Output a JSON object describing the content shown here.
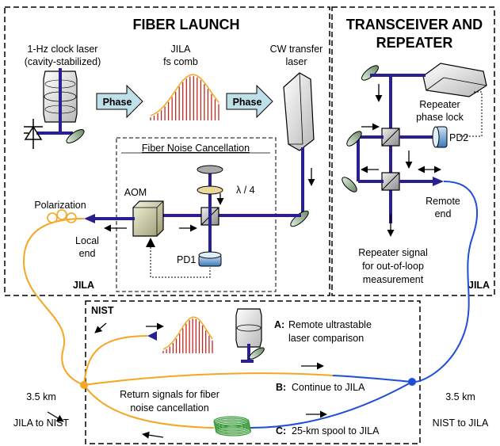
{
  "sections": {
    "fiber_launch": "FIBER LAUNCH",
    "transceiver_line1": "TRANSCEIVER AND",
    "transceiver_line2": "REPEATER",
    "fnc": "Fiber Noise Cancellation",
    "nist": "NIST",
    "jila_left": "JILA",
    "jila_right": "JILA"
  },
  "labels": {
    "clock_laser_1": "1-Hz clock laser",
    "clock_laser_2": "(cavity-stabilized)",
    "comb_1": "JILA",
    "comb_2": "fs comb",
    "cw_1": "CW transfer",
    "cw_2": "laser",
    "phase_1": "Phase",
    "phase_2": "Phase",
    "aom": "AOM",
    "quarter_wave": "λ / 4",
    "pd1": "PD1",
    "polarization": "Polarization",
    "local_1": "Local",
    "local_2": "end",
    "repeater_lock_1": "Repeater",
    "repeater_lock_2": "phase lock",
    "pd2": "PD2",
    "remote_1": "Remote",
    "remote_2": "end",
    "repeater_sig_1": "Repeater signal",
    "repeater_sig_2": "for out-of-loop",
    "repeater_sig_3": "measurement",
    "opt_a_letter": "A:",
    "opt_a_1": "Remote ultrastable",
    "opt_a_2": "laser comparison",
    "opt_b_letter": "B:",
    "opt_b": "Continue to JILA",
    "opt_c_letter": "C:",
    "opt_c": "25-km spool to JILA",
    "return_1": "Return signals for fiber",
    "return_2": "noise cancellation",
    "dist_left": "3.5 km",
    "route_left": "JILA to NIST",
    "dist_right": "3.5 km",
    "route_right": "NIST to JILA"
  },
  "colors": {
    "beam": "#2a1f8f",
    "fiber_orange": "#f5a623",
    "fiber_blue": "#1f4fd6",
    "arrow_fill": "#bfe0e8",
    "spool": "#3a9a3a",
    "comb": "#c0281e"
  }
}
